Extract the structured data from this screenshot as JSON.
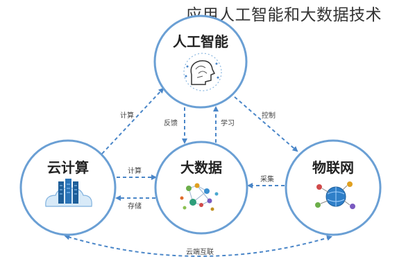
{
  "header": {
    "title": "应用人工智能和大数据技术"
  },
  "nodes": {
    "ai": {
      "title": "人工智能"
    },
    "bigdata": {
      "title": "大数据"
    },
    "cloud": {
      "title": "云计算"
    },
    "iot": {
      "title": "物联网"
    }
  },
  "edges": {
    "cloud_to_ai": "计算",
    "ai_to_bigdata": "反馈",
    "bigdata_to_ai": "学习",
    "ai_to_iot": "控制",
    "cloud_to_bigdata": "计算",
    "bigdata_to_cloud": "存储",
    "iot_to_bigdata": "采集",
    "cloud_iot": "云端互联"
  },
  "colors": {
    "circle_stroke": "#6a9fd4",
    "arrow": "#4a86c8"
  }
}
